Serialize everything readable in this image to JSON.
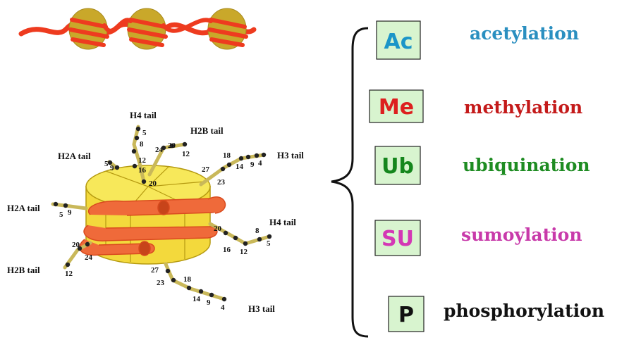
{
  "nucleosome": {
    "tail_labels": {
      "h4_top": "H4 tail",
      "h2b_top": "H2B tail",
      "h3_top": "H3 tail",
      "h2a_upper": "H2A tail",
      "h2a_left": "H2A tail",
      "h4_right": "H4 tail",
      "h2b_bottom": "H2B tail",
      "h3_bottom": "H3 tail"
    },
    "residues": {
      "h4_top": [
        "5",
        "8",
        "12",
        "16",
        "20"
      ],
      "h2b_top": [
        "24",
        "20",
        "12"
      ],
      "h3_top": [
        "27",
        "23",
        "18",
        "14",
        "9",
        "4"
      ],
      "h2a_upper": [
        "5",
        "9"
      ],
      "h2a_left": [
        "5",
        "9"
      ],
      "h4_right": [
        "20",
        "16",
        "12",
        "8",
        "5"
      ],
      "h2b_bottom": [
        "20",
        "24",
        "12"
      ],
      "h3_bottom": [
        "27",
        "23",
        "18",
        "14",
        "9",
        "4"
      ]
    }
  },
  "modifications": [
    {
      "abbr": "Ac",
      "name": "acetylation",
      "abbr_color": "#1b95c8",
      "name_color": "#2a8fc0"
    },
    {
      "abbr": "Me",
      "name": "methylation",
      "abbr_color": "#dd1f1f",
      "name_color": "#c41a1a"
    },
    {
      "abbr": "Ub",
      "name": "ubiquination",
      "abbr_color": "#15861d",
      "name_color": "#1e8c22"
    },
    {
      "abbr": "SU",
      "name": "sumoylation",
      "abbr_color": "#d437b5",
      "name_color": "#c83aaa"
    },
    {
      "abbr": "P",
      "name": "phosphorylation",
      "abbr_color": "#111111",
      "name_color": "#111111"
    }
  ],
  "colors": {
    "box_fill": "#d8f4cf",
    "dna": "#ee3b1f",
    "histone_yellow": "#f5e04a",
    "bead": "#c9a82a"
  }
}
